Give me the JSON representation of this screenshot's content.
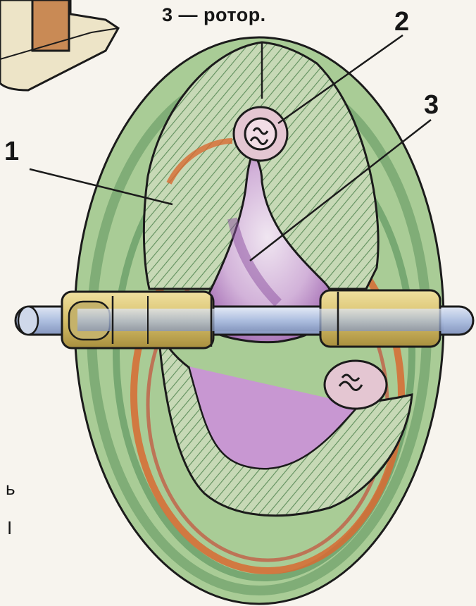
{
  "caption": "3 — ротор.",
  "callouts": {
    "one": "1",
    "two": "2",
    "three": "3"
  },
  "fragment_text": {
    "a": "ь",
    "b": "I"
  },
  "colors": {
    "outer_green": "#7fae7a",
    "hatch_green": "#5f8f5c",
    "rotor_purple": "#a36bb3",
    "rotor_light": "#e3cfe6",
    "orange_band": "#d86a32",
    "shaft_blue": "#aebfe0",
    "sleeve_yellow": "#d8c06a",
    "outline": "#1b1b1b"
  }
}
